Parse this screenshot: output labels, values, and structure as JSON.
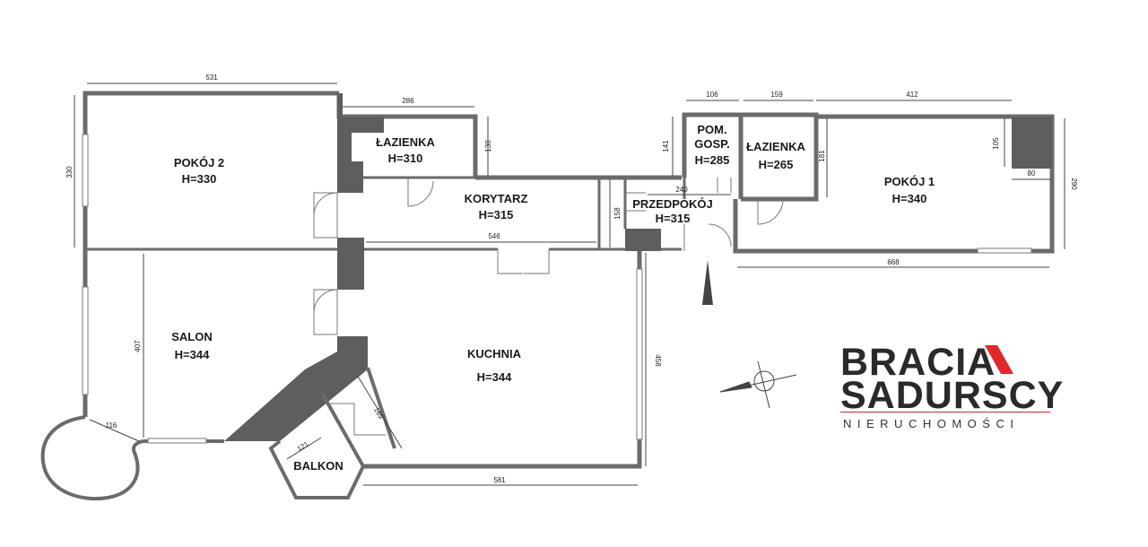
{
  "rooms": {
    "pokoj2": {
      "name": "POKÓJ 2",
      "height": "H=330"
    },
    "lazienka_left": {
      "name": "ŁAZIENKA",
      "height": "H=310"
    },
    "korytarz": {
      "name": "KORYTARZ",
      "height": "H=315"
    },
    "pom_gosp_line1": "POM.",
    "pom_gosp_line2": "GOSP.",
    "pom_gosp_height": "H=285",
    "lazienka_right": {
      "name": "ŁAZIENKA",
      "height": "H=265"
    },
    "pokoj1": {
      "name": "POKÓJ 1",
      "height": "H=340"
    },
    "przedpokoj": {
      "name": "PRZEDPOKÓJ",
      "height": "H=315"
    },
    "salon": {
      "name": "SALON",
      "height": "H=344"
    },
    "kuchnia": {
      "name": "KUCHNIA",
      "height": "H=344"
    },
    "balkon": {
      "name": "BALKON"
    }
  },
  "dimensions": {
    "d531": "531",
    "d286": "286",
    "d106": "106",
    "d159": "159",
    "d412": "412",
    "d330": "330",
    "d130": "130",
    "d141": "141",
    "d181": "181",
    "d105": "105",
    "d80": "80",
    "d290": "290",
    "d240": "240",
    "d158": "158",
    "d546": "546",
    "d668": "668",
    "d407": "407",
    "d458": "458",
    "d116": "116",
    "d169": "169",
    "d121": "121",
    "d581": "581"
  },
  "logo": {
    "line1": "BRACIA",
    "line2": "SADURSCY",
    "subtitle": "NIERUCHOMOŚCI",
    "accent_color": "#e0282a"
  },
  "colors": {
    "wall": "#6b6b6b",
    "wall_dark": "#5a5a5a",
    "line": "#555555"
  }
}
